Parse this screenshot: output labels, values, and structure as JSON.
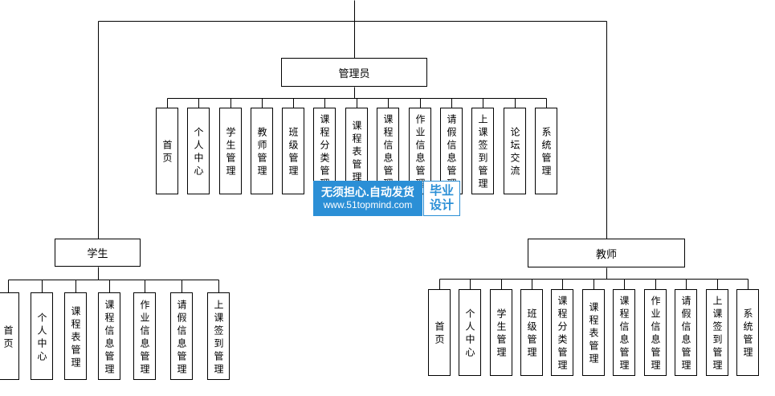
{
  "admin": {
    "title": "管理员",
    "children": [
      "首页",
      "个人中心",
      "学生管理",
      "教师管理",
      "班级管理",
      "课程分类管理",
      "课程表管理",
      "课程信息管理",
      "作业信息管理",
      "请假信息管理",
      "上课签到管理",
      "论坛交流",
      "系统管理"
    ]
  },
  "student": {
    "title": "学生",
    "children": [
      "首页",
      "个人中心",
      "课程表管理",
      "课程信息管理",
      "作业信息管理",
      "请假信息管理",
      "上课签到管理"
    ]
  },
  "teacher": {
    "title": "教师",
    "children": [
      "首页",
      "个人中心",
      "学生管理",
      "班级管理",
      "课程分类管理",
      "课程表管理",
      "课程信息管理",
      "作业信息管理",
      "请假信息管理",
      "上课签到管理",
      "系统管理"
    ]
  },
  "watermark": {
    "line1": "无须担心.自动发货",
    "line2": "www.51topmind.com",
    "badge_top": "毕业",
    "badge_bottom": "设计",
    "color": "#2b8fd6"
  }
}
